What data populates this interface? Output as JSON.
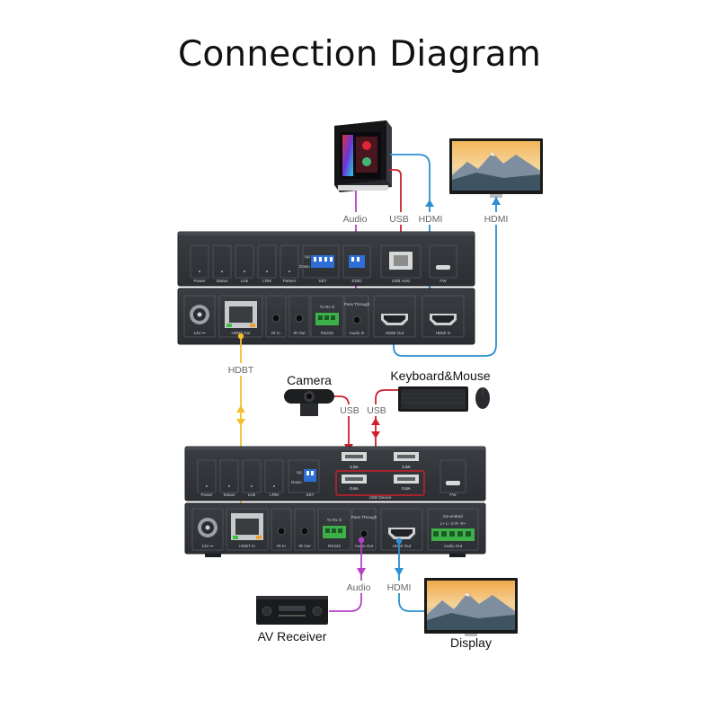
{
  "title": "Connection Diagram",
  "colors": {
    "audio": "#b53fc7",
    "usb": "#cf1f2e",
    "hdmi": "#2c8fd1",
    "hdbt": "#f2c02a",
    "device": "#2f3338",
    "device_dark": "#1c1f22"
  },
  "devices": {
    "pc": {
      "icon": "tower-pc-icon"
    },
    "monitor_top": {
      "icon": "monitor-icon"
    },
    "camera": {
      "label": "Camera",
      "icon": "webcam-icon"
    },
    "keyboard_mouse": {
      "label": "Keyboard&Mouse",
      "icon": "keyboard-mouse-icon"
    },
    "av_receiver": {
      "label": "AV Receiver",
      "icon": "av-receiver-icon"
    },
    "display": {
      "label": "Display",
      "icon": "display-icon"
    }
  },
  "cables": {
    "audio_top": "Audio",
    "usb_top": "USB",
    "hdmi_top": "HDMI",
    "hdmi_monitor": "HDMI",
    "hdbt": "HDBT",
    "usb_camera": "USB",
    "usb_keyboard": "USB",
    "audio_bottom": "Audio",
    "hdmi_bottom": "HDMI"
  },
  "transmitter": {
    "front_labels": [
      "Power",
      "Status",
      "Link",
      "LRM",
      "Pattern"
    ],
    "dip_set": "SET",
    "dip_edid": "EDID",
    "dip_up": "Up",
    "dip_down": "Down",
    "usb_host": "USB Host",
    "fw": "FW",
    "rear_power": "12V ⎓",
    "hdbt_out": "HDBT Out",
    "ir_in": "IR In",
    "ir_out": "IR Out",
    "rs232": "RS232",
    "rs232_pins": "Tx  Rx  G",
    "pass_through": "Pass Through",
    "audio_in": "Audio In",
    "hdmi_out": "HDMI Out",
    "hdmi_in": "HDMI In"
  },
  "receiver": {
    "front_labels": [
      "Power",
      "Status",
      "Link",
      "LRM"
    ],
    "dip_set": "SET",
    "dip_up": "Up",
    "dip_down": "Down",
    "usb_15a_1": "1.5A",
    "usb_15a_2": "1.5A",
    "usb_06a_1": "0.6A",
    "usb_06a_2": "0.6A",
    "usb_device": "USB Device",
    "fw": "FW",
    "rear_power": "12V ⎓",
    "hdbt_in": "HDBT In",
    "ir_in": "IR In",
    "ir_out": "IR Out",
    "rs232": "RS232",
    "rs232_pins": "Tx  Rx  G",
    "pass_through": "Pass Through",
    "audio_out": "Audio Out",
    "hdmi_out": "HDMI Out",
    "de_embed": "De-embed",
    "audio_out_pins": "L+  L-  G  R-  R+",
    "audio_out_right": "Audio Out"
  }
}
